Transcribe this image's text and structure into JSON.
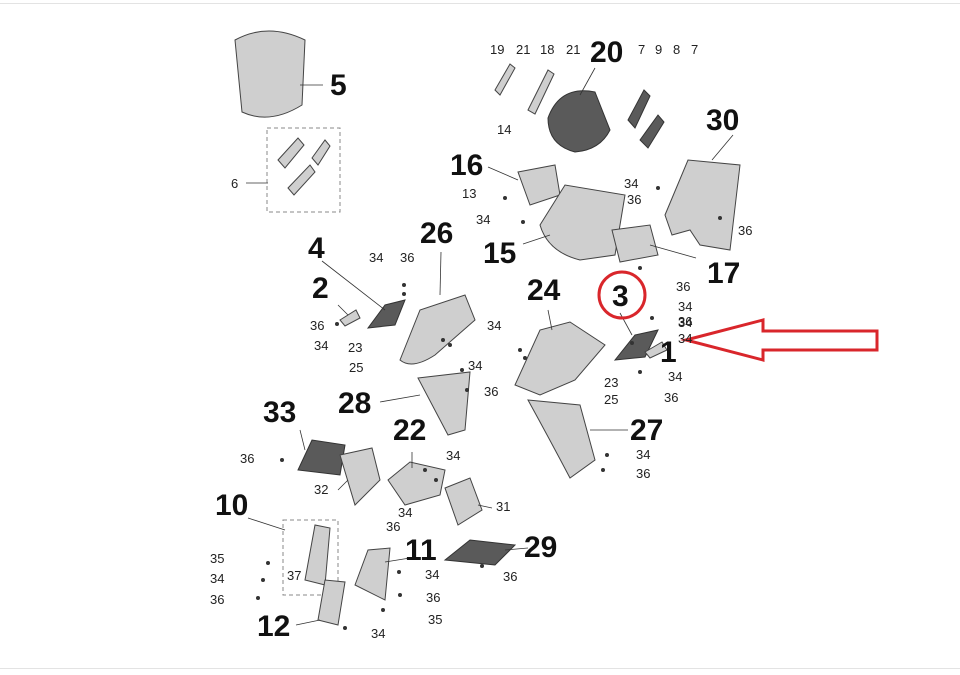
{
  "diagram": {
    "labels": [
      "1",
      "2",
      "3",
      "4",
      "5",
      "6",
      "7",
      "7",
      "8",
      "9",
      "10",
      "11",
      "12",
      "13",
      "14",
      "15",
      "16",
      "17",
      "18",
      "19",
      "20",
      "21",
      "21",
      "22",
      "23",
      "23",
      "24",
      "25",
      "25",
      "26",
      "27",
      "28",
      "29",
      "30",
      "31",
      "32",
      "33",
      "34",
      "34",
      "34",
      "34",
      "34",
      "34",
      "34",
      "34",
      "34",
      "34",
      "34",
      "34",
      "34",
      "34",
      "34",
      "34",
      "35",
      "35",
      "36",
      "36",
      "36",
      "36",
      "36",
      "36",
      "36",
      "36",
      "36",
      "36",
      "36",
      "36",
      "36",
      "36",
      "37"
    ],
    "highlight": {
      "label": "3",
      "circle_color": "#d9262b",
      "arrow_color": "#d9262b"
    }
  }
}
